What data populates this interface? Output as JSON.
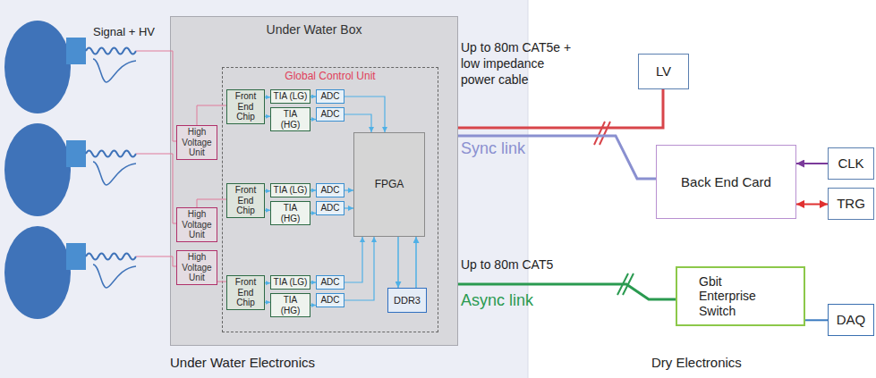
{
  "diagram": {
    "nodes": [
      {
        "text": [
          "Under Water Box"
        ]
      },
      {
        "text": [
          "Global Control Unit"
        ],
        "in": 0
      },
      {
        "text": [
          "High Voltage Unit"
        ],
        "in": 0
      },
      {
        "text": [
          "High Voltage Unit"
        ],
        "in": 0
      },
      {
        "text": [
          "High Voltage Unit"
        ],
        "in": 0
      },
      {
        "text": [
          "Front End Chip"
        ],
        "in": 1
      },
      {
        "text": [
          "TIA (LG)"
        ],
        "in": 1
      },
      {
        "text": [
          "TIA (HG)"
        ],
        "in": 1
      },
      {
        "text": [
          "ADC"
        ],
        "in": 1
      },
      {
        "text": [
          "ADC"
        ],
        "in": 1
      },
      {
        "text": [
          "Front End Chip"
        ],
        "in": 1
      },
      {
        "text": [
          "TIA (LG)"
        ],
        "in": 1
      },
      {
        "text": [
          "TIA (HG)"
        ],
        "in": 1
      },
      {
        "text": [
          "ADC"
        ],
        "in": 1
      },
      {
        "text": [
          "ADC"
        ],
        "in": 1
      },
      {
        "text": [
          "Front End Chip"
        ],
        "in": 1
      },
      {
        "text": [
          "TIA (LG)"
        ],
        "in": 1
      },
      {
        "text": [
          "TIA (HG)"
        ],
        "in": 1
      },
      {
        "text": [
          "ADC"
        ],
        "in": 1
      },
      {
        "text": [
          "ADC"
        ],
        "in": 1
      },
      {
        "text": [
          "FPGA"
        ],
        "in": 1
      },
      {
        "text": [
          "DDR3"
        ],
        "in": 1
      },
      {
        "text": [
          "LV"
        ]
      },
      {
        "text": [
          "Back End Card"
        ]
      },
      {
        "text": [
          "CLK"
        ]
      },
      {
        "text": [
          "TRG"
        ]
      },
      {
        "text": [
          "Gbit Enterprise Switch"
        ]
      },
      {
        "text": [
          "DAQ"
        ]
      }
    ],
    "edges": [
      {
        "from": 5,
        "to": 6,
        "arrow": "to"
      },
      {
        "from": 5,
        "to": 7,
        "arrow": "to"
      },
      {
        "from": 6,
        "to": 8,
        "arrow": "to"
      },
      {
        "from": 7,
        "to": 9,
        "arrow": "to"
      },
      {
        "from": 10,
        "to": 11,
        "arrow": "to"
      },
      {
        "from": 10,
        "to": 12,
        "arrow": "to"
      },
      {
        "from": 11,
        "to": 13,
        "arrow": "to"
      },
      {
        "from": 12,
        "to": 14,
        "arrow": "to"
      },
      {
        "from": 15,
        "to": 16,
        "arrow": "to"
      },
      {
        "from": 15,
        "to": 17,
        "arrow": "to"
      },
      {
        "from": 16,
        "to": 18,
        "arrow": "to"
      },
      {
        "from": 17,
        "to": 19,
        "arrow": "to"
      },
      {
        "from": 8,
        "to": 20,
        "arrow": "to"
      },
      {
        "from": 9,
        "to": 20,
        "arrow": "to"
      },
      {
        "from": 13,
        "to": 20,
        "arrow": "to"
      },
      {
        "from": 14,
        "to": 20,
        "arrow": "to"
      },
      {
        "from": 18,
        "to": 20,
        "arrow": "to"
      },
      {
        "from": 19,
        "to": 20,
        "arrow": "to"
      },
      {
        "from": 20,
        "to": 21,
        "arrow": "to"
      },
      {
        "from": 21,
        "to": 20,
        "arrow": "to"
      },
      {
        "from": 2,
        "to": 5,
        "arrow": "none"
      },
      {
        "from": 3,
        "to": 10,
        "arrow": "none"
      },
      {
        "from": 4,
        "to": 15,
        "arrow": "none"
      },
      {
        "from": 0,
        "to": 22,
        "arrow": "none"
      },
      {
        "from": 0,
        "to": 23,
        "arrow": "none",
        "label": "Sync link"
      },
      {
        "from": 0,
        "to": 26,
        "arrow": "none",
        "label": "Async link"
      },
      {
        "from": 24,
        "to": 23,
        "arrow": "to"
      },
      {
        "from": 23,
        "to": 25,
        "arrow": "both"
      },
      {
        "from": 26,
        "to": 27,
        "arrow": "none"
      }
    ],
    "labels": [
      "Signal + HV",
      "Up to 80m CAT5e + low impedance power cable",
      "Up to 80m CAT5",
      "Under Water Electronics",
      "Dry Electronics"
    ]
  }
}
